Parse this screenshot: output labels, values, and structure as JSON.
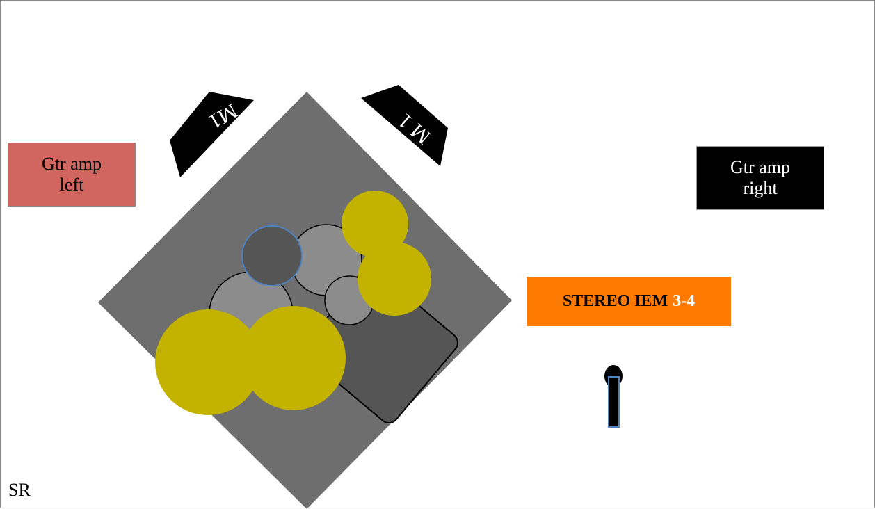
{
  "colors": {
    "riser": "#6e6e6e",
    "cymbal": "#c3b300",
    "drum_light": "#8c8c8c",
    "drum_dark": "#555555",
    "amp_left": "#d0665f",
    "amp_right": "#000000",
    "iem": "#ff7a00",
    "wedge": "#000000"
  },
  "amp_left": {
    "label": "Gtr amp\nleft"
  },
  "amp_right": {
    "label": "Gtr amp\nright"
  },
  "iem": {
    "label_prefix": "STEREO IEM",
    "label_channels": "3-4"
  },
  "monitors": [
    {
      "label": "M1"
    },
    {
      "label": "M 1"
    }
  ],
  "stage_marker": "SR",
  "icons": {
    "microphone": "microphone-icon"
  }
}
